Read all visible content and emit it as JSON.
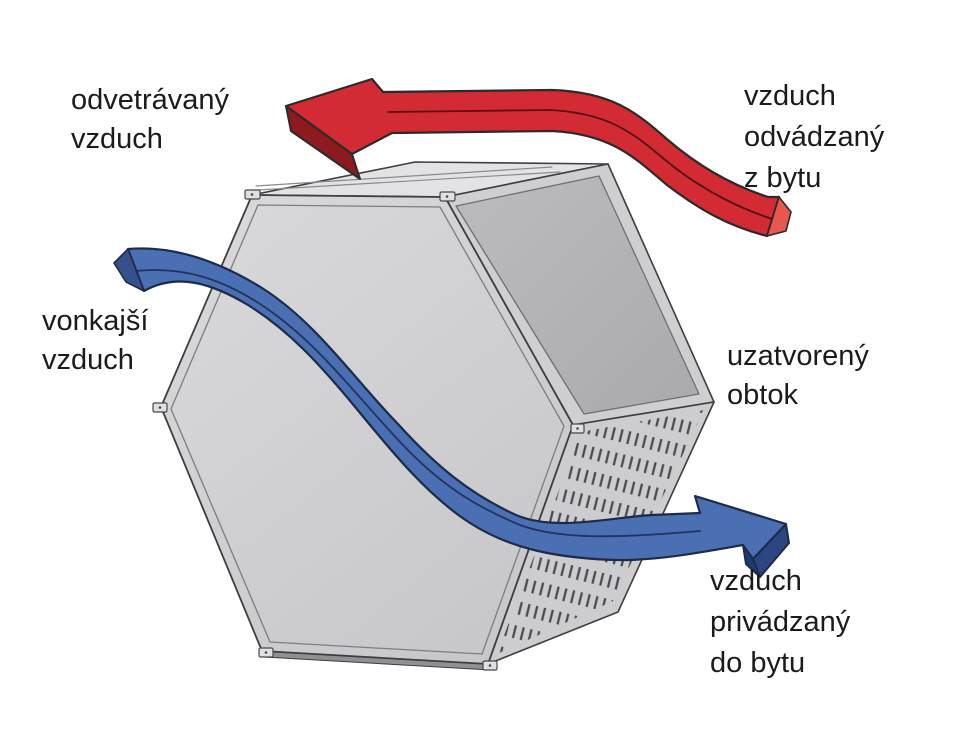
{
  "diagram": {
    "subject": "hexagonal-heat-recovery-ventilation-unit",
    "language": "sk",
    "arrows": [
      {
        "name": "extract-air-arrow",
        "color_hex": "#d32b33",
        "direction": "right-to-left",
        "from_label": "vzduch odvádzaný z bytu",
        "to_label": "odvetrávaný vzduch"
      },
      {
        "name": "supply-air-arrow",
        "color_hex": "#4a6fb3",
        "direction": "left-to-right",
        "from_label": "vonkajší vzduch",
        "to_label": "vzduch privádzaný do bytu"
      }
    ]
  },
  "labels": {
    "exhaust_out": "odvetrávaný\nvzduch",
    "extracted_from_flat": "vzduch\nodvádzaný\nz bytu",
    "outdoor_air": "vonkajší\nvzduch",
    "closed_bypass": "uzatvorený\nobtok",
    "supplied_to_flat": "vzduch\nprivádzaný\ndo bytu"
  },
  "colors": {
    "extract_arrow": "#d32b33",
    "extract_arrow_underside": "#8e1a20",
    "extract_arrow_endface": "#e8584f",
    "supply_arrow": "#4a6fb3",
    "supply_arrow_underside": "#2c4583",
    "unit_front": "#d2d2d5",
    "unit_top": "#e3e3e5",
    "unit_bypass_panel": "#b4b4b8",
    "unit_vent_face": "#cdcdd0",
    "outline": "#3e3e41",
    "text": "#1b1b1b",
    "background": "#ffffff"
  }
}
